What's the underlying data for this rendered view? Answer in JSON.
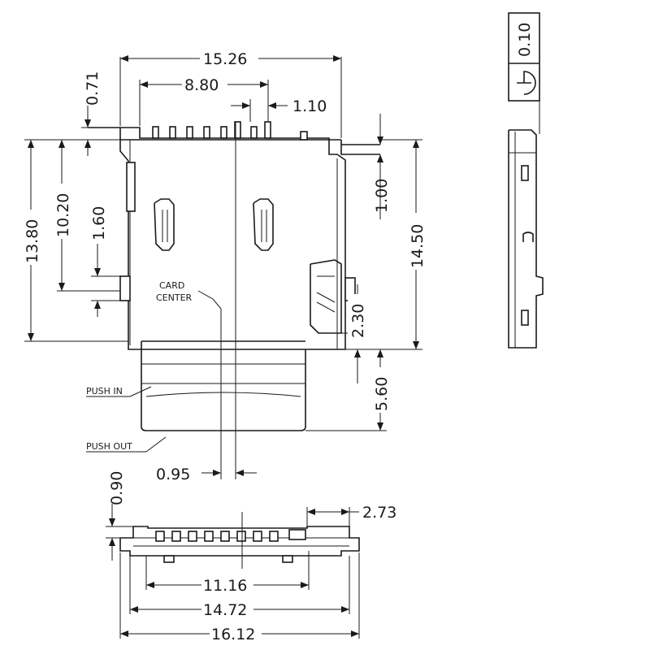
{
  "top_view": {
    "dim_width": "15.26",
    "dim_inner_width": "8.80",
    "dim_pitch": "1.10",
    "dim_top_offset": "0.71",
    "dim_height_total": "13.80",
    "dim_height_mid": "10.20",
    "dim_small": "1.60",
    "dim_right_offset": "1.00",
    "dim_right_height": "14.50",
    "dim_right_low": "2.30",
    "dim_push": "5.60",
    "dim_center": "0.95",
    "label_card": "CARD",
    "label_center": "CENTER",
    "label_push_in": "PUSH IN",
    "label_push_out": "PUSH OUT"
  },
  "front_view": {
    "dim_height": "0.90",
    "dim_right": "2.73",
    "dim_inner": "11.16",
    "dim_mid": "14.72",
    "dim_total": "16.12"
  },
  "side_view": {
    "dim_thickness": "0.10"
  }
}
